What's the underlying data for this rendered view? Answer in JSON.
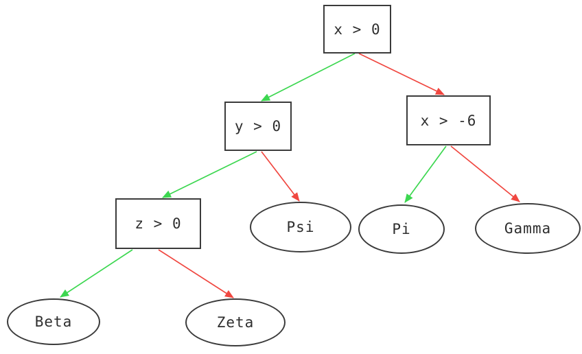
{
  "diagram": {
    "type": "decision-tree",
    "colors": {
      "true_edge": "#3cd750",
      "false_edge": "#f04740",
      "node_border": "#3b3b3b",
      "node_text": "#2e2e2e",
      "background": "#ffffff"
    },
    "nodes": {
      "root": {
        "label": "x > 0",
        "shape": "rect"
      },
      "y0": {
        "label": "y > 0",
        "shape": "rect"
      },
      "xm6": {
        "label": "x > -6",
        "shape": "rect"
      },
      "z0": {
        "label": "z > 0",
        "shape": "rect"
      },
      "psi": {
        "label": "Psi",
        "shape": "ellipse"
      },
      "pi": {
        "label": "Pi",
        "shape": "ellipse"
      },
      "gamma": {
        "label": "Gamma",
        "shape": "ellipse"
      },
      "beta": {
        "label": "Beta",
        "shape": "ellipse"
      },
      "zeta": {
        "label": "Zeta",
        "shape": "ellipse"
      }
    },
    "edges": [
      {
        "from": "x > 0",
        "to": "y > 0",
        "branch": "true",
        "color": "green"
      },
      {
        "from": "x > 0",
        "to": "x > -6",
        "branch": "false",
        "color": "red"
      },
      {
        "from": "y > 0",
        "to": "z > 0",
        "branch": "true",
        "color": "green"
      },
      {
        "from": "y > 0",
        "to": "Psi",
        "branch": "false",
        "color": "red"
      },
      {
        "from": "x > -6",
        "to": "Pi",
        "branch": "true",
        "color": "green"
      },
      {
        "from": "x > -6",
        "to": "Gamma",
        "branch": "false",
        "color": "red"
      },
      {
        "from": "z > 0",
        "to": "Beta",
        "branch": "true",
        "color": "green"
      },
      {
        "from": "z > 0",
        "to": "Zeta",
        "branch": "false",
        "color": "red"
      }
    ]
  }
}
